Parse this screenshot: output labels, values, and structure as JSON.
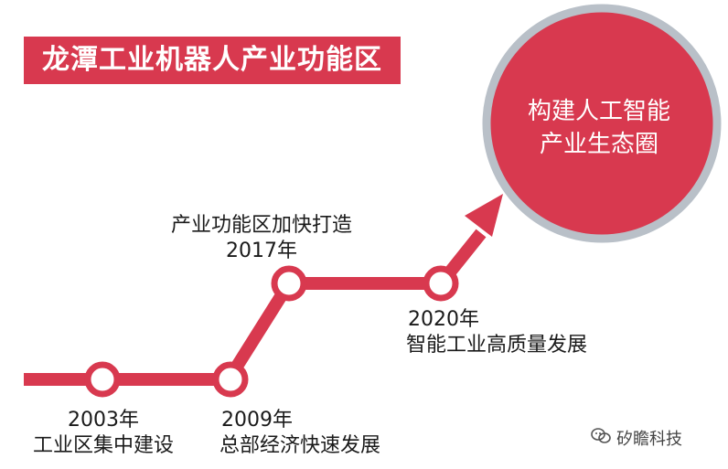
{
  "title": "龙潭工业机器人产业功能区",
  "goal": {
    "line1": "构建人工智能",
    "line2": "产业生态圈"
  },
  "milestones": [
    {
      "year": "2003年",
      "text": "工业区集中建设"
    },
    {
      "year": "2009年",
      "text": "总部经济快速发展"
    },
    {
      "year": "2017年",
      "text": "产业功能区加快打造"
    },
    {
      "year": "2020年",
      "text": "智能工业高质量发展"
    }
  ],
  "watermark": "矽瞻科技",
  "icons": {
    "watermark": "wechat-icon"
  },
  "colors": {
    "accent": "#d8394f",
    "node_fill": "#ffffff",
    "goal_ring": "#b9c0c8",
    "text": "#1a1a1a"
  }
}
